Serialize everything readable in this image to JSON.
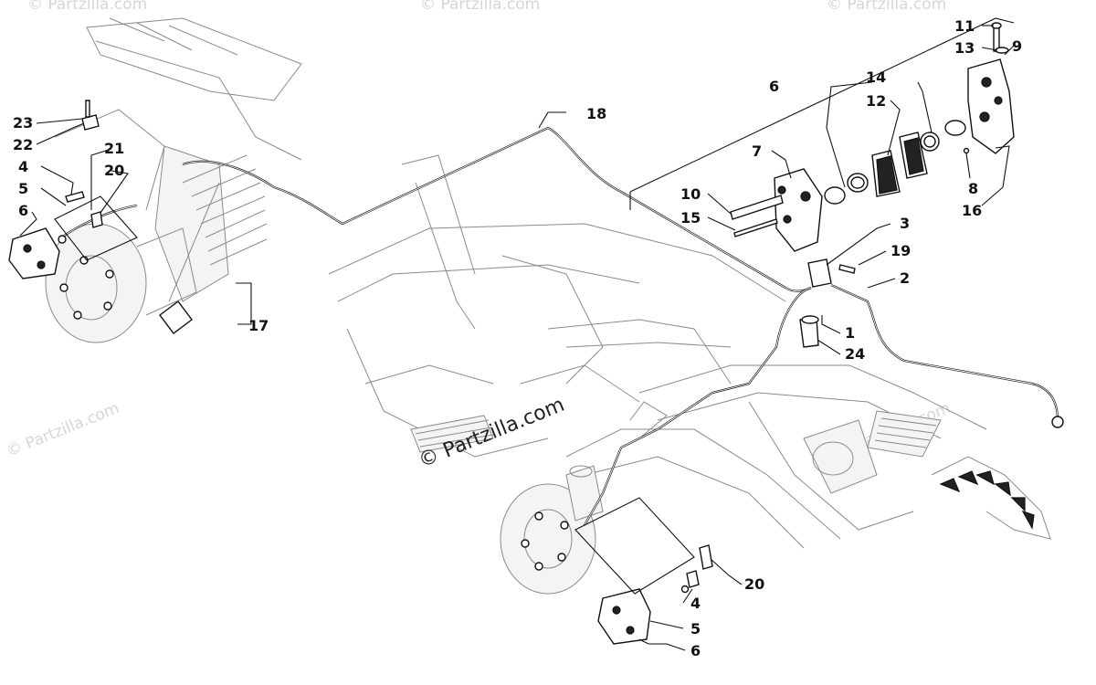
{
  "watermark": {
    "main": "© Partzilla.com",
    "faint": "© Partzilla.com"
  },
  "callouts": {
    "c1": "1",
    "c2": "2",
    "c3": "3",
    "c4a": "4",
    "c4b": "4",
    "c5a": "5",
    "c5b": "5",
    "c6a": "6",
    "c6b": "6",
    "c6c": "6",
    "c7": "7",
    "c8": "8",
    "c9": "9",
    "c10": "10",
    "c11": "11",
    "c12": "12",
    "c13": "13",
    "c14": "14",
    "c15": "15",
    "c16": "16",
    "c17": "17",
    "c18": "18",
    "c19": "19",
    "c20a": "20",
    "c20b": "20",
    "c21": "21",
    "c22": "22",
    "c23": "23",
    "c24": "24"
  }
}
